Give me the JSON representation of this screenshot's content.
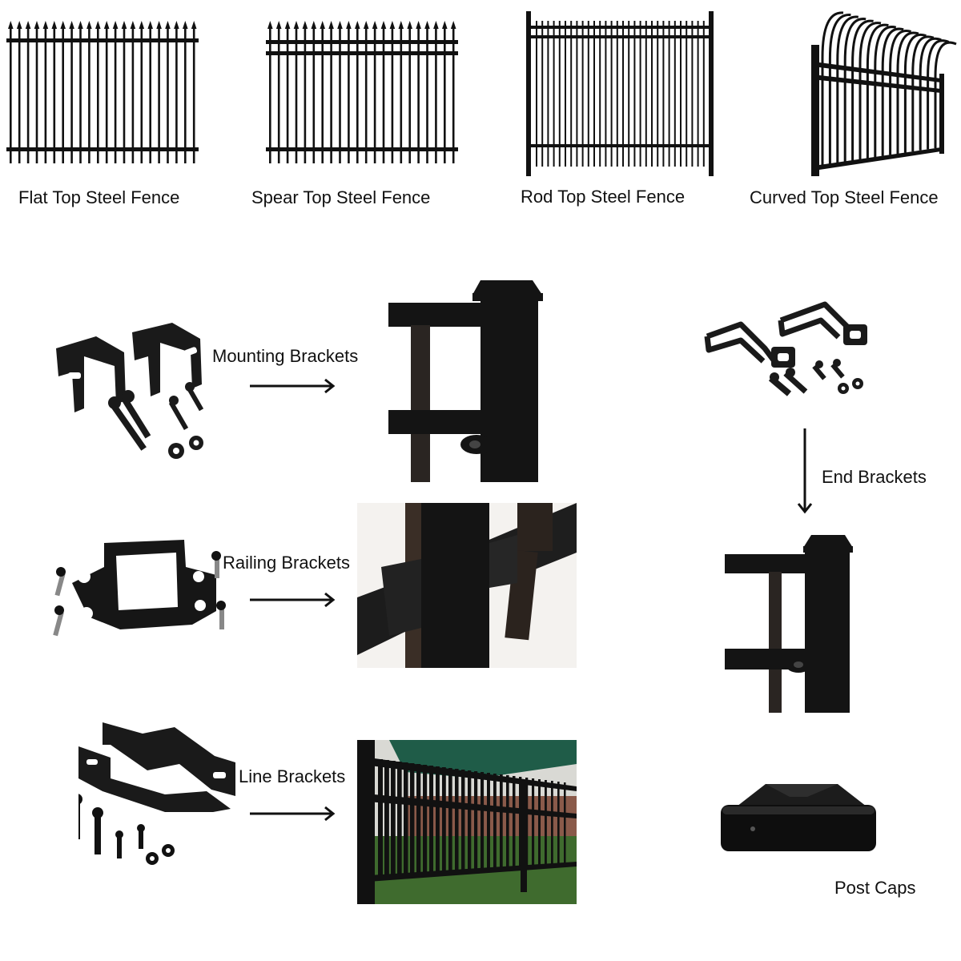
{
  "fence_types": [
    {
      "label": "Flat Top Steel Fence"
    },
    {
      "label": "Spear Top Steel Fence"
    },
    {
      "label": "Rod Top Steel Fence"
    },
    {
      "label": "Curved Top Steel Fence"
    }
  ],
  "accessories": {
    "mounting": {
      "label": "Mounting Brackets"
    },
    "railing": {
      "label": "Railing Brackets"
    },
    "line": {
      "label": "Line Brackets"
    },
    "end": {
      "label": "End Brackets"
    },
    "post_caps": {
      "label": "Post Caps"
    }
  },
  "colors": {
    "fence": "#111111",
    "bracket": "#1a1a1a",
    "sky": "#d9d9d4",
    "grass": "#3f6b2e",
    "canopy": "#1f5c48"
  }
}
